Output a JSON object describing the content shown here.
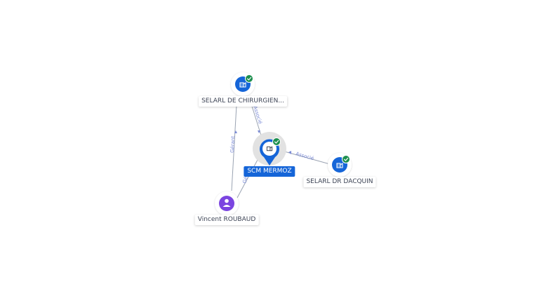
{
  "colors": {
    "company_icon": "#1565d8",
    "person_icon": "#7b45e0",
    "verified_badge": "#1d8f4e",
    "edge": "#9aa3b2",
    "edge_label": "#7b8bd6",
    "halo": "#dedede"
  },
  "nodes": {
    "scm": {
      "label": "SCM MERMOZ",
      "icon": "building-icon",
      "verified": true
    },
    "selarl_chir": {
      "label": "SELARL DE CHIRURGIEN...",
      "icon": "building-icon",
      "verified": true
    },
    "selarl_dacquin": {
      "label": "SELARL DR DACQUIN",
      "icon": "building-icon",
      "verified": true
    },
    "roubaud": {
      "label": "Vincent ROUBAUD",
      "icon": "person-icon",
      "verified": false
    }
  },
  "edges": {
    "chir_scm": {
      "label": "Associé"
    },
    "dacquin_scm": {
      "label": "Associé"
    },
    "roubaud_chir": {
      "label": "Gérant"
    },
    "roubaud_scm": {
      "label": "Gér"
    }
  }
}
